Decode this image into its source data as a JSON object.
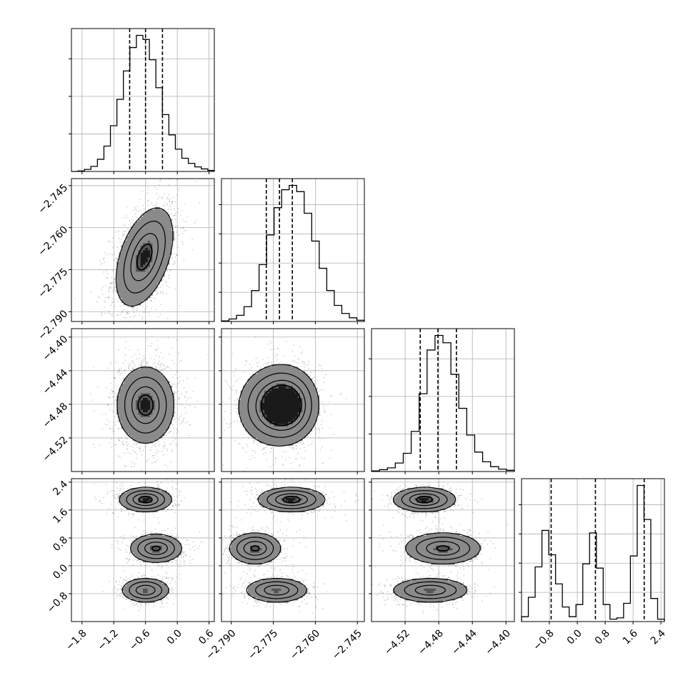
{
  "chart_data": {
    "type": "corner",
    "parameters": [
      {
        "name": "",
        "range": [
          -2.0,
          0.7
        ],
        "ticks": [
          -1.8,
          -1.2,
          -0.6,
          0.0,
          0.6
        ],
        "tick_labels": [
          "−1.8",
          "−1.2",
          "−0.6",
          "0.0",
          "0.6"
        ],
        "quantiles": [
          -0.9,
          -0.6,
          -0.28
        ],
        "hist_ticks": 3,
        "hist": [
          0,
          1,
          4,
          10,
          24,
          50,
          90,
          142,
          198,
          244,
          268,
          260,
          220,
          165,
          112,
          72,
          44,
          26,
          16,
          9,
          5,
          2
        ]
      },
      {
        "name": "",
        "range": [
          -2.7935,
          -2.7425
        ],
        "ticks": [
          -2.79,
          -2.775,
          -2.76,
          -2.745
        ],
        "tick_labels": [
          "−2.790",
          "−2.775",
          "−2.760",
          "−2.745"
        ],
        "quantiles": [
          -2.7775,
          -2.7728,
          -2.7682
        ],
        "hist_ticks": 4,
        "hist": [
          1,
          4,
          10,
          24,
          50,
          92,
          140,
          184,
          213,
          220,
          210,
          175,
          130,
          86,
          50,
          26,
          13,
          6,
          2
        ]
      },
      {
        "name": "",
        "range": [
          -4.56,
          -4.39
        ],
        "ticks": [
          -4.52,
          -4.48,
          -4.44,
          -4.4
        ],
        "tick_labels": [
          "−4.52",
          "−4.48",
          "−4.44",
          "−4.40"
        ],
        "quantiles": [
          -4.502,
          -4.481,
          -4.459
        ],
        "hist_ticks": 3,
        "hist": [
          1,
          3,
          6,
          14,
          30,
          66,
          128,
          200,
          224,
          212,
          160,
          104,
          60,
          32,
          16,
          8,
          4,
          2
        ]
      },
      {
        "name": "",
        "range": [
          -1.6,
          2.5
        ],
        "ticks": [
          -0.8,
          0.0,
          0.8,
          1.6,
          2.4
        ],
        "tick_labels": [
          "−0.8",
          "0.0",
          "0.8",
          "1.6",
          "2.4"
        ],
        "quantiles": [
          -0.75,
          0.52,
          1.92
        ],
        "hist_ticks": 4,
        "hist": [
          8,
          40,
          90,
          150,
          110,
          62,
          24,
          8,
          28,
          95,
          146,
          88,
          28,
          4,
          6,
          30,
          108,
          224,
          168,
          38,
          4
        ]
      }
    ],
    "pairs": [
      {
        "x": 0,
        "y": 1,
        "blobs": [
          {
            "cx": -0.62,
            "cy": -2.7705,
            "sx": 0.26,
            "sy": 0.0085,
            "rho": 0.45,
            "w": 1
          }
        ]
      },
      {
        "x": 0,
        "y": 2,
        "blobs": [
          {
            "cx": -0.6,
            "cy": -4.481,
            "sx": 0.26,
            "sy": 0.022,
            "rho": 0.0,
            "w": 1
          }
        ]
      },
      {
        "x": 1,
        "y": 2,
        "blobs": [
          {
            "cx": -2.7745,
            "cy": -4.481,
            "sx": 0.0062,
            "sy": 0.022,
            "rho": 0.05,
            "w": 0.55
          },
          {
            "cx": -2.7695,
            "cy": -4.482,
            "sx": 0.005,
            "sy": 0.02,
            "rho": 0.0,
            "w": 0.45
          }
        ]
      },
      {
        "x": 0,
        "y": 3,
        "blobs": [
          {
            "cx": -0.6,
            "cy": 1.9,
            "sx": 0.24,
            "sy": 0.17,
            "rho": 0.0,
            "w": 0.36
          },
          {
            "cx": -0.4,
            "cy": 0.5,
            "sx": 0.24,
            "sy": 0.2,
            "rho": 0.0,
            "w": 0.33
          },
          {
            "cx": -0.6,
            "cy": -0.7,
            "sx": 0.22,
            "sy": 0.17,
            "rho": 0.0,
            "w": 0.31
          }
        ]
      },
      {
        "x": 1,
        "y": 3,
        "blobs": [
          {
            "cx": -2.7685,
            "cy": 1.9,
            "sx": 0.0058,
            "sy": 0.17,
            "rho": 0.0,
            "w": 0.36
          },
          {
            "cx": -2.7815,
            "cy": 0.5,
            "sx": 0.0045,
            "sy": 0.22,
            "rho": 0.0,
            "w": 0.33
          },
          {
            "cx": -2.7738,
            "cy": -0.7,
            "sx": 0.0054,
            "sy": 0.17,
            "rho": 0.0,
            "w": 0.31
          }
        ]
      },
      {
        "x": 2,
        "y": 3,
        "blobs": [
          {
            "cx": -4.497,
            "cy": 1.9,
            "sx": 0.018,
            "sy": 0.17,
            "rho": 0.0,
            "w": 0.36
          },
          {
            "cx": -4.475,
            "cy": 0.5,
            "sx": 0.022,
            "sy": 0.22,
            "rho": 0.0,
            "w": 0.33
          },
          {
            "cx": -4.49,
            "cy": -0.7,
            "sx": 0.022,
            "sy": 0.17,
            "rho": 0.0,
            "w": 0.31
          }
        ]
      }
    ],
    "grid": true,
    "colors": {
      "points": "#000000",
      "line": "#000000",
      "grid": "#b0b0b0"
    }
  }
}
